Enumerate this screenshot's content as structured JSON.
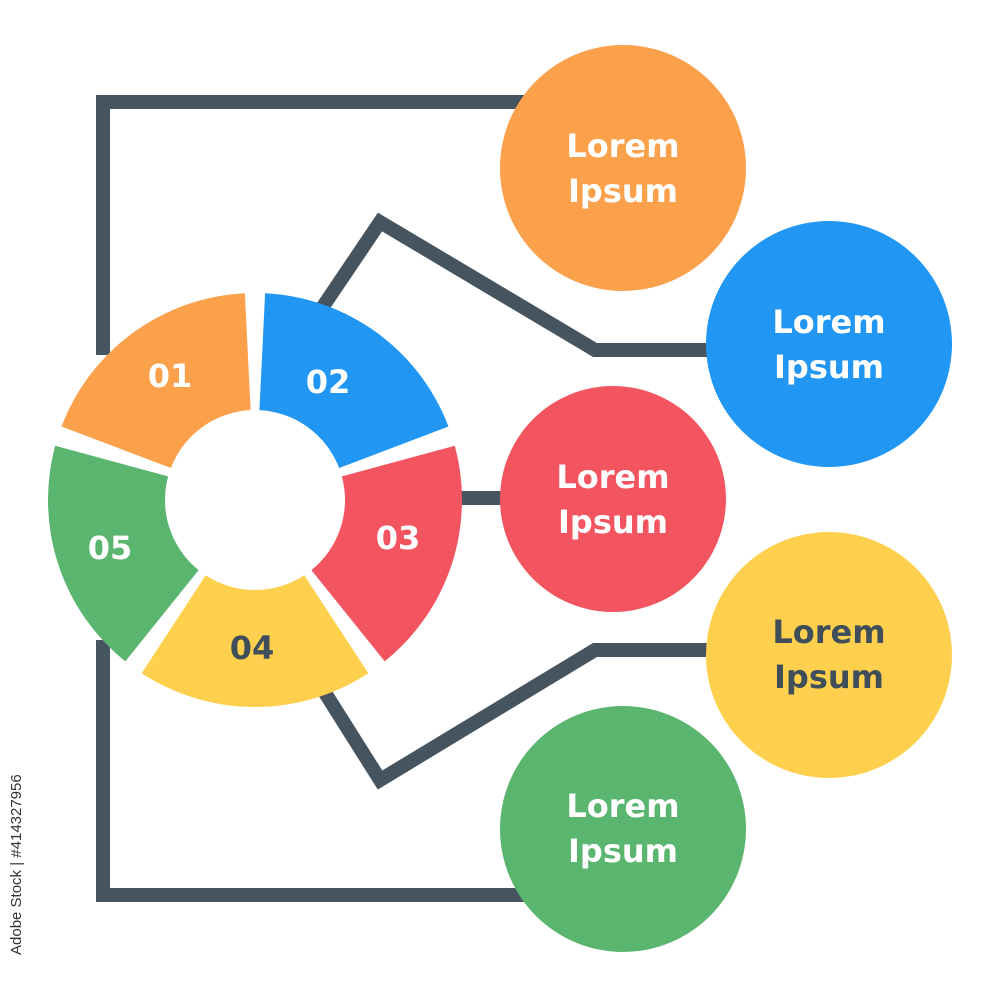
{
  "colors": {
    "line": "#45545f",
    "orange": "#fba04b",
    "blue": "#2196f3",
    "red": "#f25560",
    "yellow": "#fed04e",
    "green": "#5ab56e",
    "white_text": "#ffffff",
    "dark_text": "#3f4e58"
  },
  "segments": [
    {
      "id": "01",
      "label": "01",
      "color": "orange",
      "text_color": "white_text"
    },
    {
      "id": "02",
      "label": "02",
      "color": "blue",
      "text_color": "white_text"
    },
    {
      "id": "03",
      "label": "03",
      "color": "red",
      "text_color": "white_text"
    },
    {
      "id": "04",
      "label": "04",
      "color": "yellow",
      "text_color": "dark_text"
    },
    {
      "id": "05",
      "label": "05",
      "color": "green",
      "text_color": "white_text"
    }
  ],
  "bubbles": [
    {
      "id": "orange",
      "line1": "Lorem",
      "line2": "Ipsum",
      "color": "orange",
      "text_color": "white_text"
    },
    {
      "id": "blue",
      "line1": "Lorem",
      "line2": "Ipsum",
      "color": "blue",
      "text_color": "white_text"
    },
    {
      "id": "red",
      "line1": "Lorem",
      "line2": "Ipsum",
      "color": "red",
      "text_color": "white_text"
    },
    {
      "id": "yellow",
      "line1": "Lorem",
      "line2": "Ipsum",
      "color": "yellow",
      "text_color": "dark_text"
    },
    {
      "id": "green",
      "line1": "Lorem",
      "line2": "Ipsum",
      "color": "green",
      "text_color": "white_text"
    }
  ],
  "watermark": "Adobe Stock | #414327956"
}
